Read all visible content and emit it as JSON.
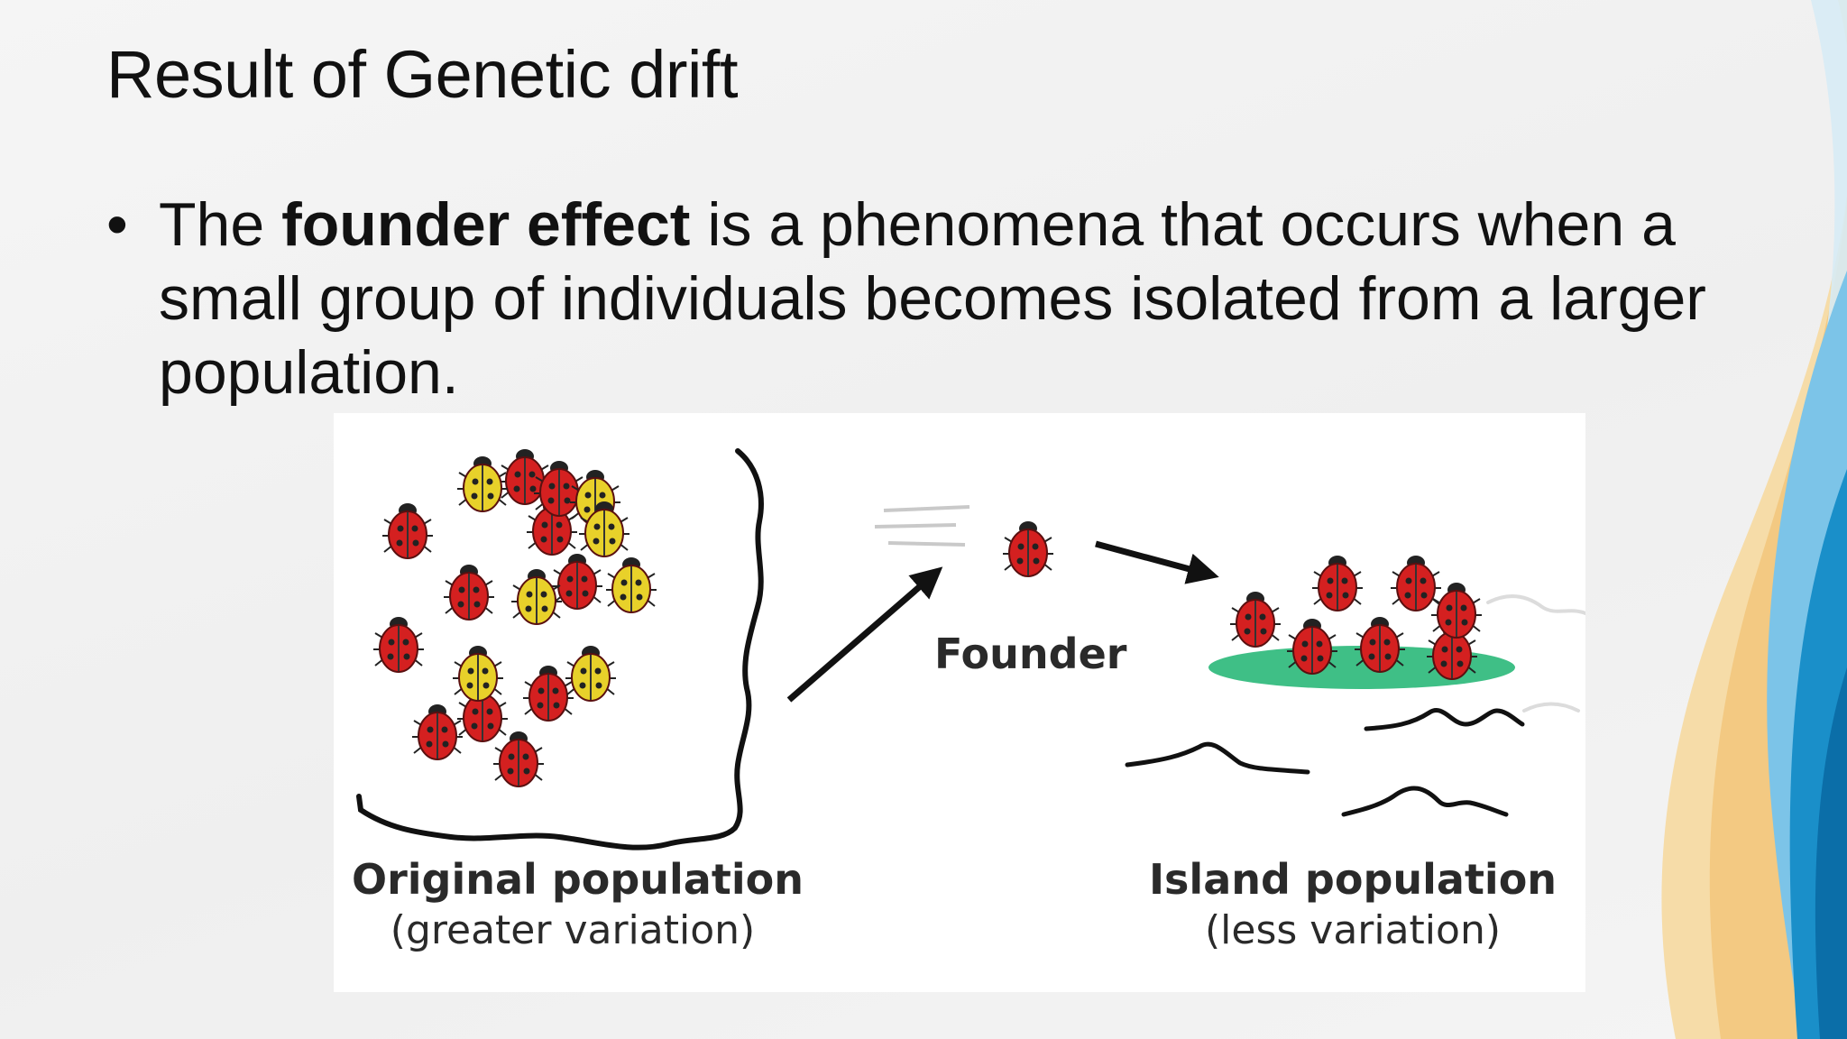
{
  "slide": {
    "title": "Result of Genetic drift",
    "bullet": {
      "marker": "•",
      "text_before": "The ",
      "bold_term": "founder effect",
      "text_after": " is a phenomena that occurs when a small group of individuals becomes isolated from a larger population."
    }
  },
  "figure": {
    "founder_label": "Founder",
    "original_title": "Original population",
    "original_subtitle": "(greater variation)",
    "island_title": "Island population",
    "island_subtitle": "(less variation)",
    "original_population": {
      "red_beetles": 11,
      "yellow_beetles": 7
    },
    "founder_population": {
      "red_beetles": 1
    },
    "island_population": {
      "red_beetles": 7
    },
    "colors": {
      "red_beetle": "#d42020",
      "yellow_beetle": "#e8d12a",
      "island": "#3fbf86",
      "arrow": "#111111"
    }
  },
  "theme": {
    "wave_colors": [
      "#f3c982",
      "#7cc4e8",
      "#1a8fc9",
      "#0b6ea8"
    ]
  }
}
